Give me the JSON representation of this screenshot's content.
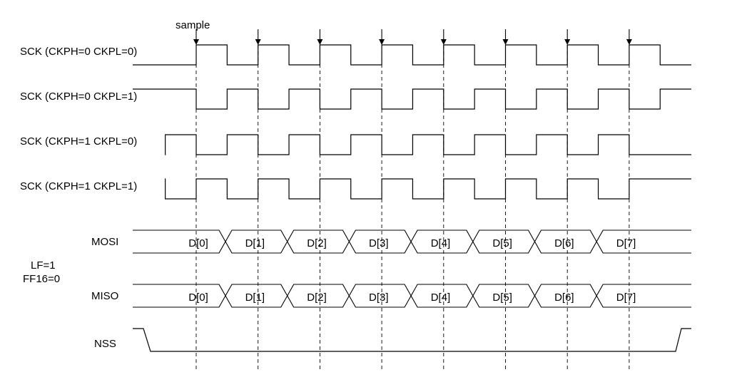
{
  "sample_label": "sample",
  "clock_rows": [
    {
      "label": "SCK (CKPH=0 CKPL=0)",
      "idle": "low",
      "phase": 0
    },
    {
      "label": "SCK (CKPH=0 CKPL=1)",
      "idle": "high",
      "phase": 0
    },
    {
      "label": "SCK (CKPH=1 CKPL=0)",
      "idle": "low",
      "phase": 1
    },
    {
      "label": "SCK (CKPH=1 CKPL=1)",
      "idle": "high",
      "phase": 1
    }
  ],
  "bus_rows": [
    {
      "label": "MOSI",
      "bits": [
        "D[0]",
        "D[1]",
        "D[2]",
        "D[3]",
        "D[4]",
        "D[5]",
        "D[6]",
        "D[7]"
      ]
    },
    {
      "label": "MISO",
      "bits": [
        "D[0]",
        "D[1]",
        "D[2]",
        "D[3]",
        "D[4]",
        "D[5]",
        "D[6]",
        "D[7]"
      ]
    }
  ],
  "frame_note": {
    "line1": "LF=1",
    "line2": "FF16=0"
  },
  "nss_label": "NSS"
}
